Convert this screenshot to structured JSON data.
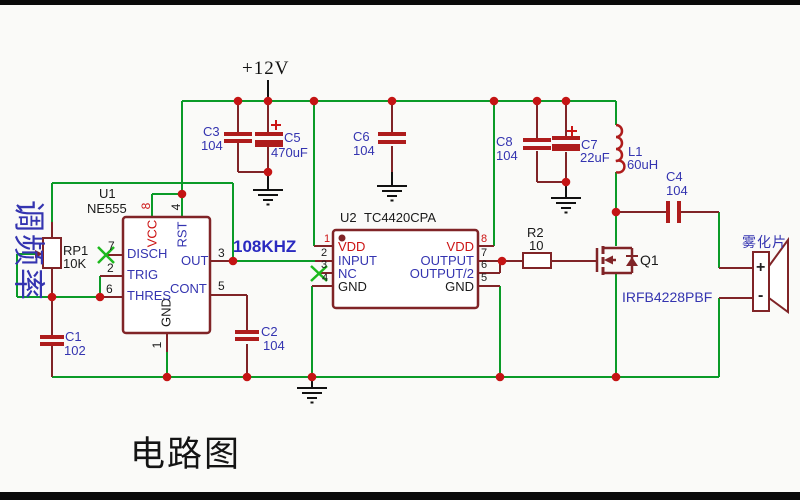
{
  "schematic": {
    "power_rail_label": "+12V",
    "frequency_label": "108KHZ",
    "tune_note": "调频率",
    "caption": "电路图",
    "u1": {
      "ref": "U1",
      "part": "NE555",
      "pins": {
        "vcc": "VCC",
        "rst": "RST",
        "disch": "DISCH",
        "trig": "TRIG",
        "thres": "THRES",
        "out": "OUT",
        "cont": "CONT",
        "gnd": "GND"
      },
      "nums": {
        "n1": "1",
        "n2": "2",
        "n3": "3",
        "n4": "4",
        "n5": "5",
        "n6": "6",
        "n7": "7",
        "n8": "8"
      }
    },
    "u2": {
      "ref": "U2",
      "part": "TC4420CPA",
      "pins": {
        "vdd_l": "VDD",
        "input": "INPUT",
        "nc": "NC",
        "gnd_l": "GND",
        "vdd_r": "VDD",
        "output": "OUTPUT",
        "output2": "OUTPUT/2",
        "gnd_r": "GND"
      },
      "nums": {
        "n1": "1",
        "n2": "2",
        "n3": "3",
        "n4": "4",
        "n5": "5",
        "n6": "6",
        "n7": "7",
        "n8": "8"
      }
    },
    "rp1": {
      "ref": "RP1",
      "value": "10K"
    },
    "r2": {
      "ref": "R2",
      "value": "10"
    },
    "c1": {
      "ref": "C1",
      "value": "102"
    },
    "c2": {
      "ref": "C2",
      "value": "104"
    },
    "c3": {
      "ref": "C3",
      "value": "104"
    },
    "c4": {
      "ref": "C4",
      "value": "104"
    },
    "c5": {
      "ref": "C5",
      "value": "470uF"
    },
    "c6": {
      "ref": "C6",
      "value": "104"
    },
    "c7": {
      "ref": "C7",
      "value": "22uF"
    },
    "c8": {
      "ref": "C8",
      "value": "104"
    },
    "l1": {
      "ref": "L1",
      "value": "60uH"
    },
    "q1": {
      "ref": "Q1",
      "part": "IRFB4228PBF"
    },
    "atomizer": {
      "label": "雾化片",
      "plus": "+",
      "minus": "-"
    },
    "colors": {
      "wire": "#0a9b28",
      "component": "#802427",
      "cap": "#ae1c1c",
      "junction": "#c41414",
      "text_blue": "#3434b0",
      "text_red": "#cc1414"
    }
  }
}
